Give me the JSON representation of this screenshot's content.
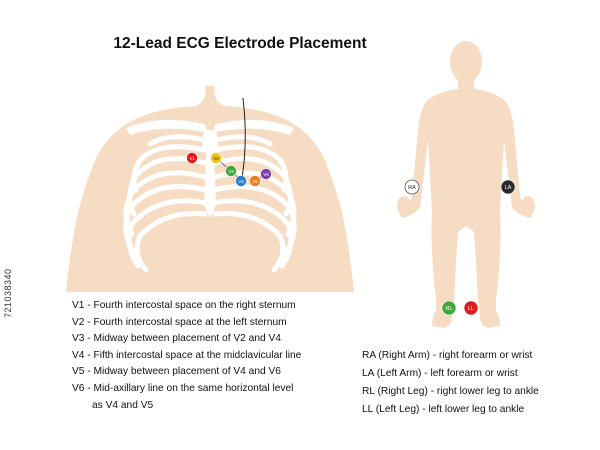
{
  "title": "12-Lead ECG Electrode Placement",
  "colors": {
    "skin": "#f7dcc4",
    "rib": "#ffffff",
    "v1": "#e01b1b",
    "v2": "#f1c21b",
    "v3": "#3ea93a",
    "v4": "#2b7bd6",
    "v5": "#f07a1e",
    "v6": "#7b3fa6",
    "ra": "#ffffff",
    "la": "#2b2b2b",
    "rl": "#3ea93a",
    "ll": "#e01b1b"
  },
  "chest_electrodes": [
    {
      "label": "V1",
      "color": "#e01b1b"
    },
    {
      "label": "V2",
      "color": "#f1c21b"
    },
    {
      "label": "V3",
      "color": "#3ea93a"
    },
    {
      "label": "V4",
      "color": "#2b7bd6"
    },
    {
      "label": "V5",
      "color": "#f07a1e"
    },
    {
      "label": "V6",
      "color": "#7b3fa6"
    }
  ],
  "limb_electrodes": [
    {
      "label": "RA",
      "color": "#ffffff"
    },
    {
      "label": "LA",
      "color": "#2b2b2b"
    },
    {
      "label": "RL",
      "color": "#3ea93a"
    },
    {
      "label": "LL",
      "color": "#e01b1b"
    }
  ],
  "chest_legend": [
    "V1 - Fourth intercostal space on the right sternum",
    "V2 - Fourth intercostal space at the left sternum",
    "V3 - Midway between placement of V2 and V4",
    "V4 - Fifth intercostal space at the midclavicular line",
    "V5 - Midway between placement of V4 and V6",
    "V6 - Mid-axillary line on the same horizontal level",
    "as V4 and V5"
  ],
  "limb_legend": [
    "RA (Right Arm) - right forearm or wrist",
    "LA (Left Arm) - left forearm or wrist",
    "RL (Right Leg) - right lower leg to ankle",
    "LL (Left Leg) - left lower leg to ankle"
  ],
  "watermark": "721038340"
}
